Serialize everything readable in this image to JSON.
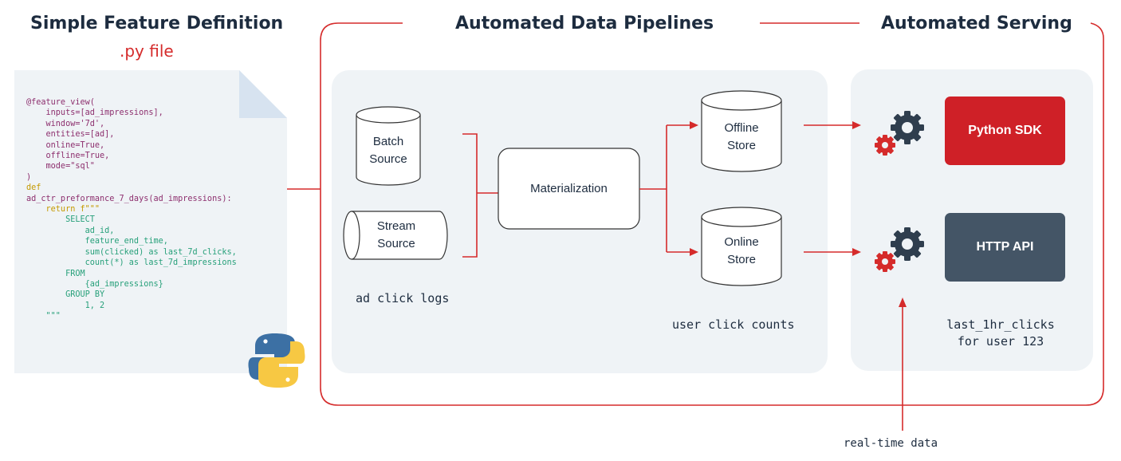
{
  "left": {
    "title": "Simple Feature Definition",
    "subtitle": ".py file",
    "code": {
      "decorator": "@feature_view(",
      "args": [
        "    inputs=[ad_impressions],",
        "    window='7d',",
        "    entities=[ad],",
        "    online=True,",
        "    offline=True,",
        "    mode=\"sql\""
      ],
      "close": ")",
      "def_kw": "def",
      "func": "ad_ctr_preformance_7_days(ad_impressions):",
      "return_line": "    return f\"\"\"",
      "sql": [
        "        SELECT",
        "            ad_id,",
        "            feature_end_time,",
        "            sum(clicked) as last_7d_clicks,",
        "            count(*) as last_7d_impressions",
        "        FROM",
        "            {ad_impressions}",
        "        GROUP BY",
        "            1, 2",
        "    \"\"\""
      ]
    }
  },
  "pipelines": {
    "title": "Automated Data Pipelines",
    "batch_source": "Batch\nSource",
    "stream_source": "Stream\nSource",
    "materialization": "Materialization",
    "offline_store": "Offline\nStore",
    "online_store": "Online\nStore",
    "ad_click_logs": "ad click logs",
    "user_click_counts": "user click counts"
  },
  "serving": {
    "title": "Automated Serving",
    "python_sdk": "Python SDK",
    "http_api": "HTTP API",
    "feature_label": "last_1hr_clicks\nfor user 123",
    "realtime": "real-time data"
  },
  "colors": {
    "accent_red": "#d52b2b",
    "sdk_red": "#cf2027",
    "api_slate": "#445566",
    "heading_navy": "#1d2c3f",
    "panel_bg": "#eff3f6"
  }
}
